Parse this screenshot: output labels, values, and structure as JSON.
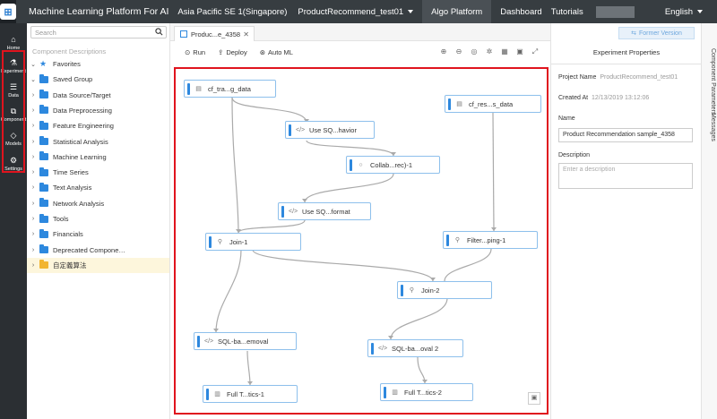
{
  "topbar": {
    "logo_icon": "platform-logo",
    "app_title": "Machine Learning Platform For AI",
    "region": "Asia Pacific SE 1(Singapore)",
    "project": "ProductRecommend_test01",
    "nav": [
      "Algo Platform",
      "Dashboard"
    ],
    "tutorials": "Tutorials",
    "language": "English"
  },
  "rail": [
    {
      "label": "Home",
      "icon": "home-icon"
    },
    {
      "label": "Experiment",
      "icon": "flask-icon"
    },
    {
      "label": "Data",
      "icon": "database-icon"
    },
    {
      "label": "Component",
      "icon": "puzzle-icon"
    },
    {
      "label": "Models",
      "icon": "diamond-icon"
    },
    {
      "label": "Settings",
      "icon": "gear-icon"
    }
  ],
  "components_panel": {
    "search_placeholder": "Search",
    "section_label": "Component Descriptions",
    "items": [
      {
        "label": "Favorites",
        "type": "star"
      },
      {
        "label": "Saved Group",
        "type": "folder"
      },
      {
        "label": "Data Source/Target",
        "type": "folder"
      },
      {
        "label": "Data Preprocessing",
        "type": "folder"
      },
      {
        "label": "Feature Engineering",
        "type": "folder"
      },
      {
        "label": "Statistical Analysis",
        "type": "folder"
      },
      {
        "label": "Machine Learning",
        "type": "folder"
      },
      {
        "label": "Time Series",
        "type": "folder"
      },
      {
        "label": "Text Analysis",
        "type": "folder"
      },
      {
        "label": "Network Analysis",
        "type": "folder"
      },
      {
        "label": "Tools",
        "type": "folder"
      },
      {
        "label": "Financials",
        "type": "folder"
      },
      {
        "label": "Deprecated Compone…",
        "type": "folder"
      },
      {
        "label": "自定義算法",
        "type": "folder-yellow"
      }
    ]
  },
  "editor": {
    "tab_label": "Produc...e_4358",
    "toolbar": {
      "run": "Run",
      "deploy": "Deploy",
      "auto_ml": "Auto ML"
    },
    "nodes": [
      {
        "id": "n1",
        "label": "cf_tra...g_data",
        "icon": "table-icon"
      },
      {
        "id": "n2",
        "label": "cf_res...s_data",
        "icon": "table-icon"
      },
      {
        "id": "n3",
        "label": "Use SQ...havior",
        "icon": "code-icon"
      },
      {
        "id": "n4",
        "label": "Collab...rec)-1",
        "icon": "circle-icon"
      },
      {
        "id": "n5",
        "label": "Use SQ...format",
        "icon": "code-icon"
      },
      {
        "id": "n6",
        "label": "Join-1",
        "icon": "join-icon"
      },
      {
        "id": "n7",
        "label": "Filter...ping-1",
        "icon": "filter-icon"
      },
      {
        "id": "n8",
        "label": "Join-2",
        "icon": "join-icon"
      },
      {
        "id": "n9",
        "label": "SQL-ba...emoval",
        "icon": "code-icon"
      },
      {
        "id": "n10",
        "label": "SQL-ba...oval 2",
        "icon": "code-icon"
      },
      {
        "id": "n11",
        "label": "Full T...tics-1",
        "icon": "report-icon"
      },
      {
        "id": "n12",
        "label": "Full T...tics-2",
        "icon": "report-icon"
      }
    ]
  },
  "properties": {
    "former_version": "Former Version",
    "title": "Experiment Properties",
    "project_name_label": "Project Name",
    "project_name_value": "ProductRecommend_test01",
    "created_at_label": "Created At",
    "created_at_value": "12/13/2019 13:12:06",
    "name_label": "Name",
    "name_value": "Product Recommendation sample_4358",
    "description_label": "Description",
    "description_placeholder": "Enter a description",
    "side_tabs": [
      "Component Parameters",
      "Messages"
    ]
  }
}
